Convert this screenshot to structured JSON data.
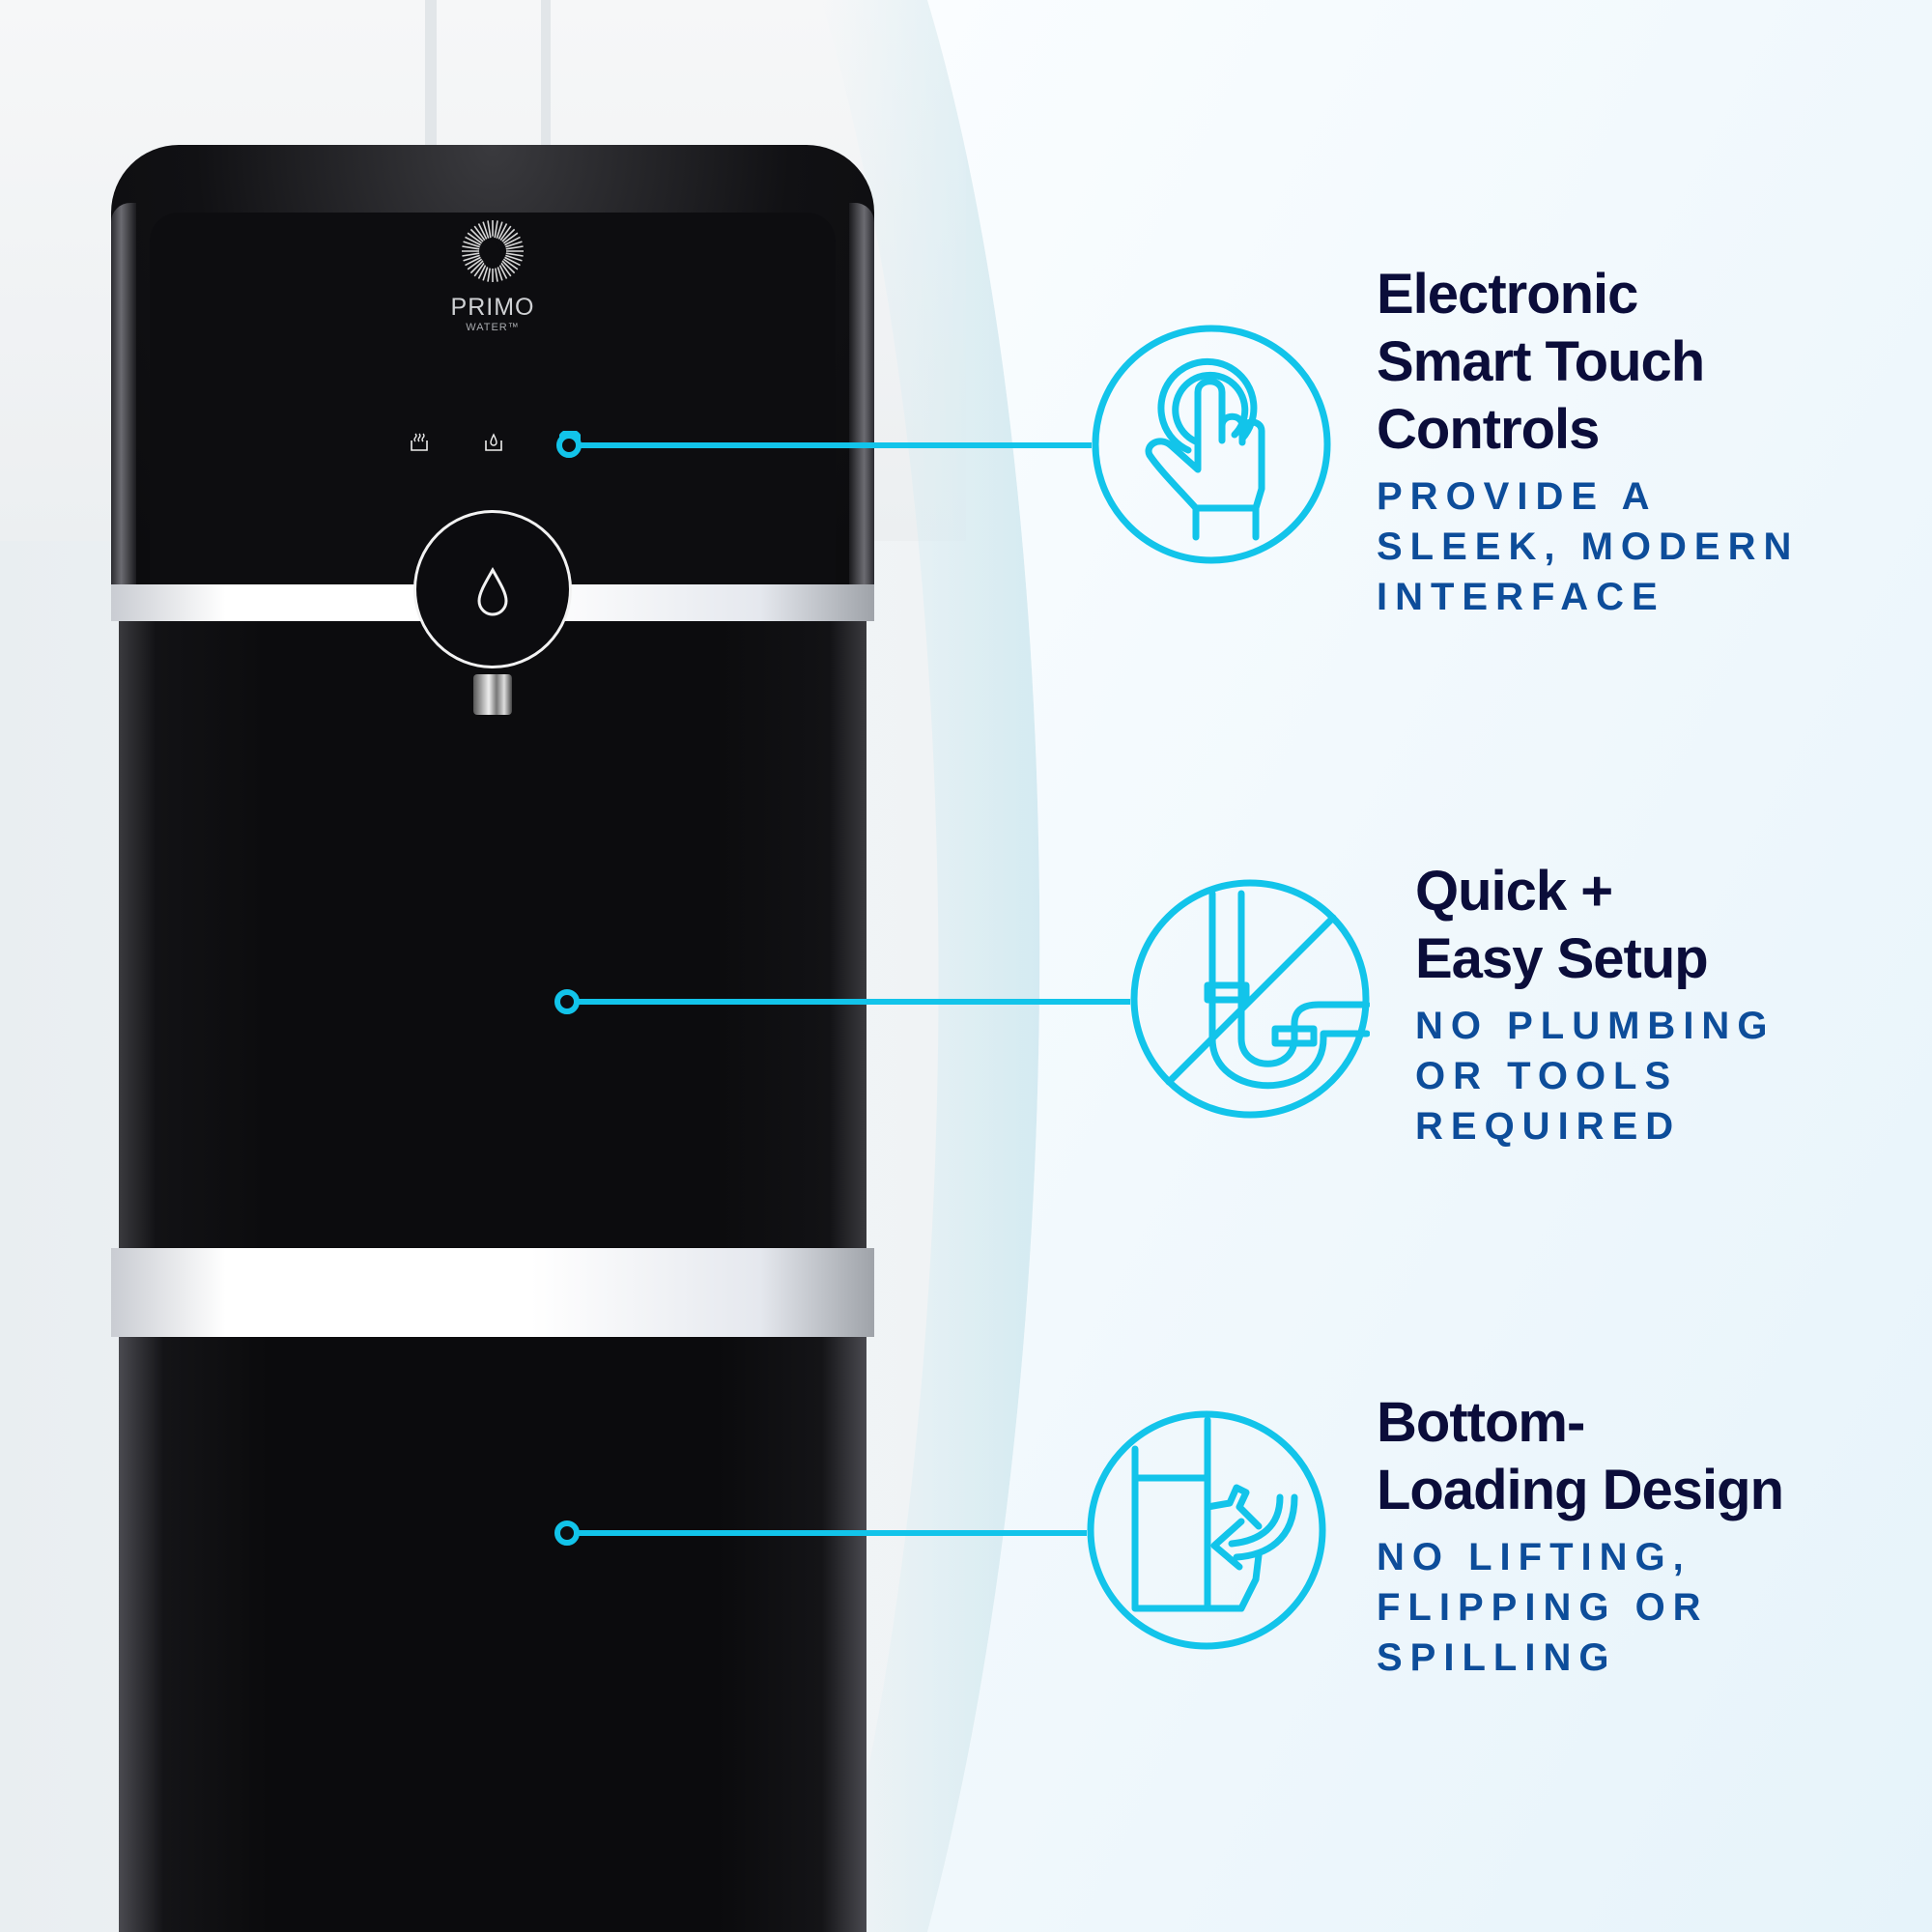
{
  "product": {
    "brand": "PRIMO",
    "brand_sub": "WATER™",
    "controls": [
      {
        "name": "hot-water",
        "icon": "steaming-cup-icon"
      },
      {
        "name": "room-temp-water",
        "icon": "droplet-cup-icon"
      },
      {
        "name": "child-lock-cold",
        "icon": "snowflake-lock-icon"
      }
    ],
    "dispense_button_icon": "water-drop-icon"
  },
  "colors": {
    "accent": "#12c4ea",
    "title": "#0b0d3a",
    "subtitle": "#0d4d9a",
    "body": "#0c0c0e",
    "band": "#ffffff"
  },
  "features": [
    {
      "icon": "touch-hand-icon",
      "title_lines": [
        "Electronic",
        "Smart Touch",
        "Controls"
      ],
      "desc_lines": [
        "PROVIDE A",
        "SLEEK, MODERN",
        "INTERFACE"
      ]
    },
    {
      "icon": "no-plumbing-icon",
      "title_lines": [
        "Quick +",
        "Easy Setup"
      ],
      "desc_lines": [
        "NO PLUMBING",
        "OR TOOLS",
        "REQUIRED"
      ]
    },
    {
      "icon": "bottom-loading-icon",
      "title_lines": [
        "Bottom-",
        "Loading Design"
      ],
      "desc_lines": [
        "NO LIFTING,",
        "FLIPPING OR",
        "SPILLING"
      ]
    }
  ]
}
